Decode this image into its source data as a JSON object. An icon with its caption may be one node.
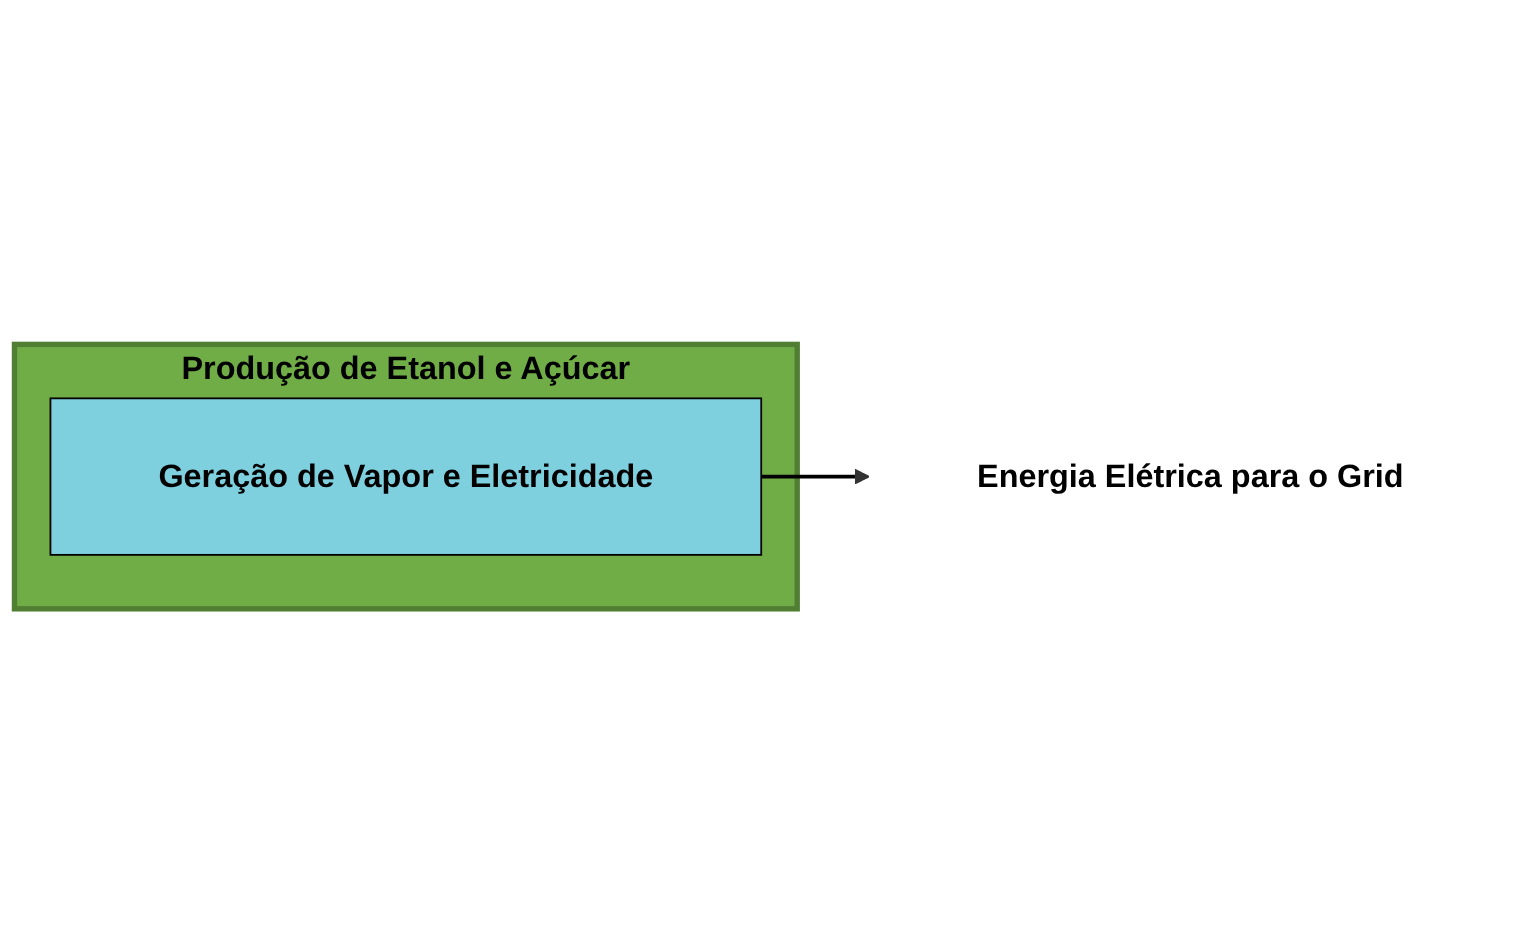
{
  "diagram": {
    "nodes": [
      {
        "text": [
          "Produção de Etanol e Açúcar"
        ]
      },
      {
        "text": [
          "Geração de Vapor e Eletricidade"
        ],
        "in": 0
      },
      {
        "text": [
          "Energia Elétrica para o Grid"
        ]
      }
    ],
    "edges": [
      {
        "from": 1,
        "to": 2,
        "arrow": "to"
      }
    ]
  }
}
